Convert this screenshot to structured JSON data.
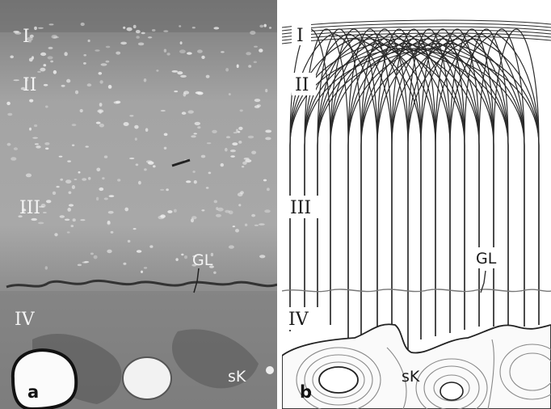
{
  "panel_a": {
    "letter": "a",
    "layers": [
      "I",
      "II",
      "III",
      "IV"
    ],
    "gl_label": "GL",
    "sk_label": "sK"
  },
  "panel_b": {
    "letter": "b",
    "layers": [
      "I",
      "II",
      "III",
      "IV"
    ],
    "gl_label": "GL",
    "sk_label": "sK"
  }
}
